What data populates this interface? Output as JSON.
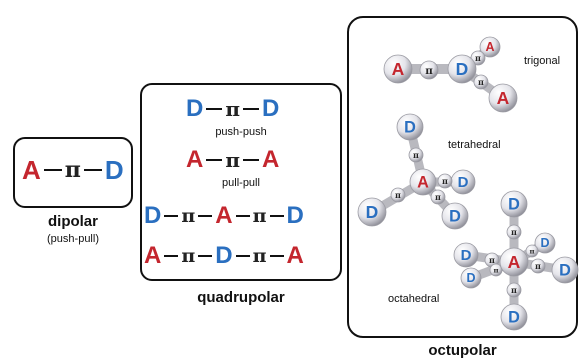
{
  "dipolar": {
    "title": "dipolar",
    "subtitle": "(push-pull)",
    "chain": [
      "A",
      "π",
      "D"
    ]
  },
  "quadrupolar": {
    "title": "quadrupolar",
    "rows": [
      {
        "chain": [
          "D",
          "π",
          "D"
        ],
        "caption": "push-push"
      },
      {
        "chain": [
          "A",
          "π",
          "A"
        ],
        "caption": "pull-pull"
      },
      {
        "chain": [
          "D",
          "π",
          "A",
          "π",
          "D"
        ],
        "caption": ""
      },
      {
        "chain": [
          "A",
          "π",
          "D",
          "π",
          "A"
        ],
        "caption": ""
      }
    ]
  },
  "octupolar": {
    "title": "octupolar",
    "labels": {
      "trigonal": "trigonal",
      "tetrahedral": "tetrahedral",
      "octahedral": "octahedral"
    },
    "glyphs": {
      "acceptor": "A",
      "donor": "D",
      "bridge": "π"
    },
    "colors": {
      "acceptor": "#c4262e",
      "donor": "#2a6fc0",
      "bridge": "#222222"
    }
  }
}
